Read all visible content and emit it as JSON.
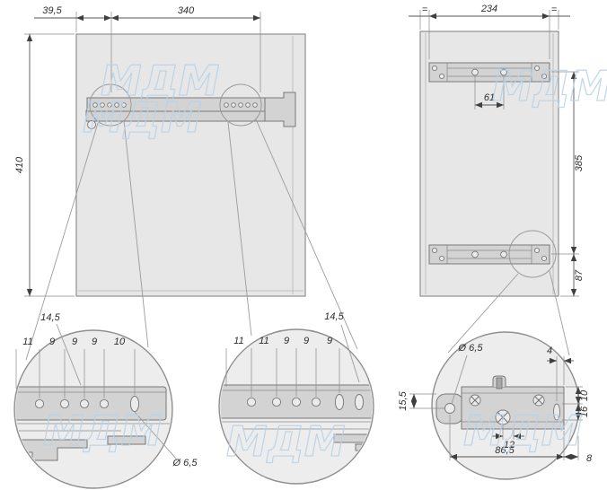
{
  "watermark": {
    "text": "МДМ",
    "color": "#b9d3e8"
  },
  "front_view": {
    "dim_offset": "39,5",
    "dim_width": "340",
    "dim_height": "410"
  },
  "back_view": {
    "eq_left": "=",
    "dim_width": "234",
    "eq_right": "=",
    "dim_hole_spacing": "61",
    "dim_bracket_spacing": "385",
    "dim_bottom_offset": "87"
  },
  "detail_left": {
    "dim_edge_offset": "14,5",
    "top_dims": [
      "11",
      "9",
      "9",
      "9",
      "10"
    ],
    "dim_hole_diameter": "Ø 6,5"
  },
  "detail_middle": {
    "dim_edge_offset": "14,5",
    "top_dims": [
      "11",
      "11",
      "9",
      "9",
      "9"
    ]
  },
  "detail_right": {
    "dim_hole_diameter": "Ø 6,5",
    "dim_slot_edge": "4",
    "dim_top_offset": "10",
    "dim_slot_height": "16",
    "dim_tab_height": "15,5",
    "dim_screw_offset": "12",
    "dim_hole_span": "86,5",
    "dim_right_offset": "8"
  }
}
